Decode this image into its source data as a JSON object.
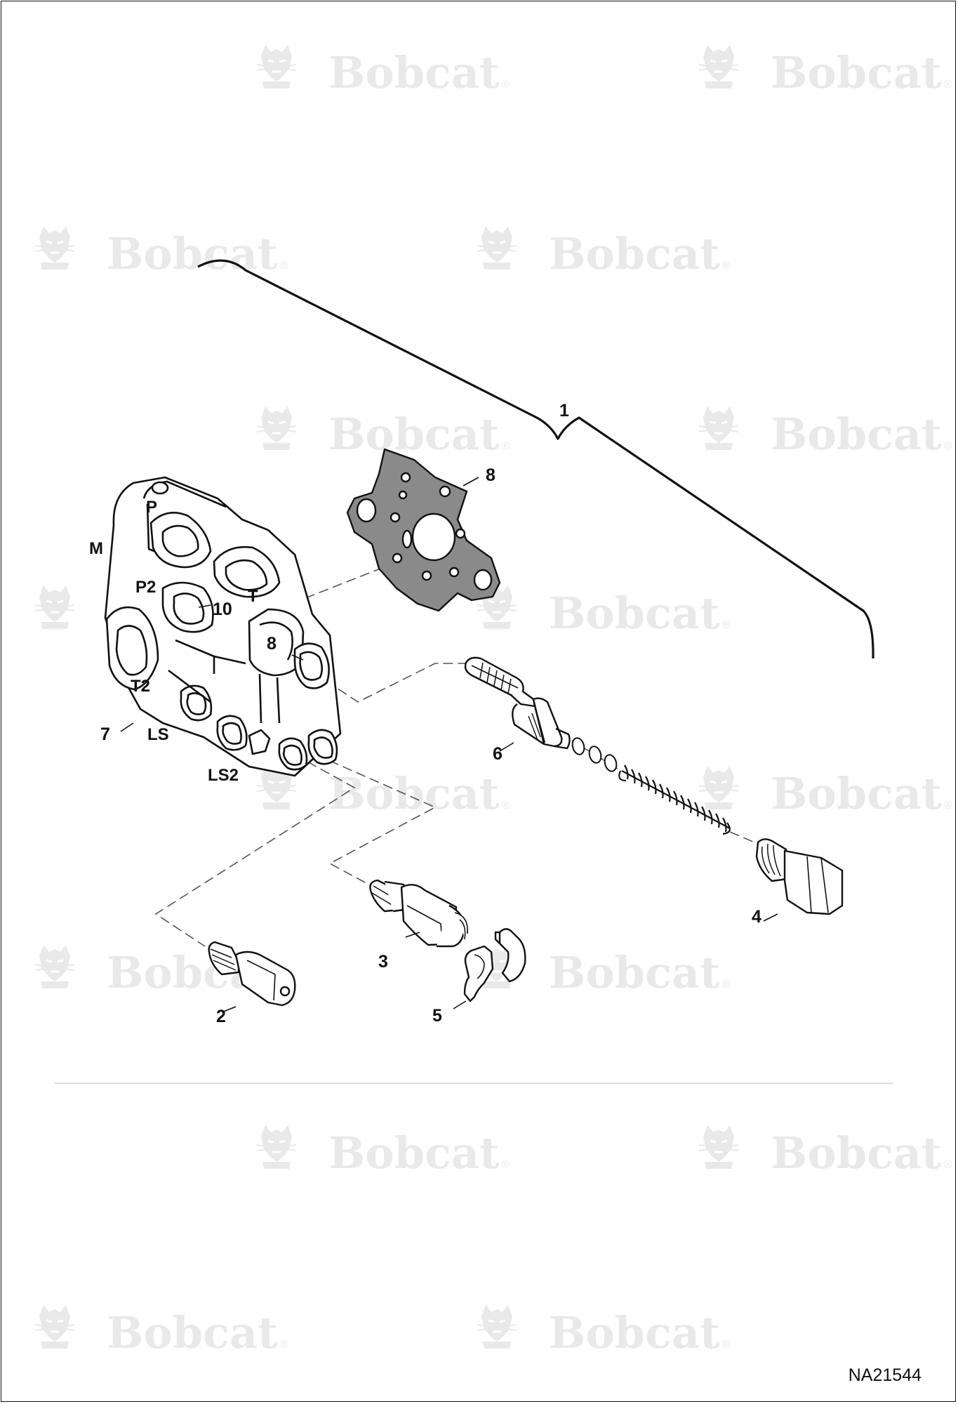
{
  "watermark": {
    "brand_text": "Bobcat",
    "registered_mark": "®",
    "icon": "bobcat-head-logo-icon"
  },
  "callouts": {
    "c1": "1",
    "c2": "2",
    "c3": "3",
    "c4": "4",
    "c5": "5",
    "c6": "6",
    "c7": "7",
    "c8a": "8",
    "c8b": "8",
    "c10": "10"
  },
  "ports": {
    "P": "P",
    "M": "M",
    "P2": "P2",
    "T": "T",
    "T2": "T2",
    "LS": "LS",
    "LS2": "LS2"
  },
  "reference_code": "NA21544",
  "colors": {
    "line": "#111111",
    "watermark": "#e9e9e9",
    "gasket_fill": "#8a8a8a"
  }
}
